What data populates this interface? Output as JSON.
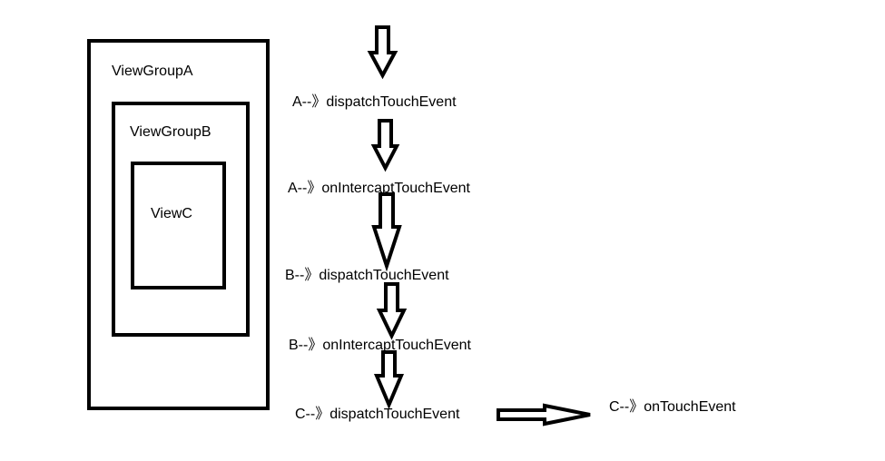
{
  "boxes": {
    "viewgroup_a": "ViewGroupA",
    "viewgroup_b": "ViewGroupB",
    "view_c": "ViewC"
  },
  "steps": [
    "A--》dispatchTouchEvent",
    "A--》onIntercaptTouchEvent",
    "B--》dispatchTouchEvent",
    "B--》onIntercaptTouchEvent",
    "C--》dispatchTouchEvent"
  ],
  "final_step": "C--》onTouchEvent",
  "colors": {
    "stroke": "#000000",
    "fill": "#ffffff"
  }
}
